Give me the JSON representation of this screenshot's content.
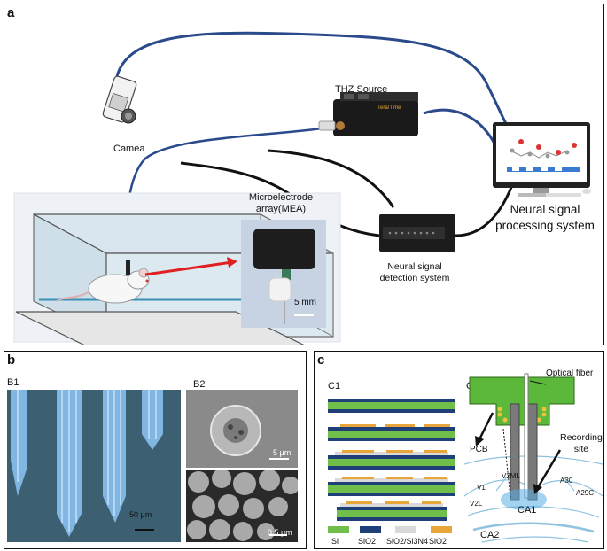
{
  "panel_a": {
    "letter": "a",
    "camera_label": "Camea",
    "thz_label": "THZ Source",
    "thz_brand": "Tera/Time",
    "mea_label_line1": "Microelectrode",
    "mea_label_line2": "array(MEA)",
    "scale_mea": "5 mm",
    "detection_line1": "Neural signal",
    "detection_line2": "detection system",
    "processing_line1": "Neural signal",
    "processing_line2": "processing system"
  },
  "panel_b": {
    "letter": "b",
    "b1": "B1",
    "b2": "B2",
    "scale_b1": "50 μm",
    "scale_b2_top": "5 μm",
    "scale_b2_bottom": "0.5 μm"
  },
  "panel_c": {
    "letter": "c",
    "c1": "C1",
    "c2": "C2",
    "legend": [
      "Si",
      "SiO2",
      "SiO2/Si3N4",
      "SiO2"
    ],
    "optical_fiber": "Optical fiber",
    "pcb": "PCB",
    "recording_line1": "Recording",
    "recording_line2": "site",
    "regions": [
      "V2ML",
      "V1",
      "V2L",
      "A30",
      "A29C",
      "CA1",
      "CA2"
    ]
  },
  "colors": {
    "cable_blue": "#2a4a8c",
    "cable_black": "#111111",
    "pcb_green": "#5bb83a",
    "brain_line": "#8fc3e0",
    "layer_green": "#6fbf4a",
    "layer_navy": "#1e3f78",
    "layer_gray": "#d9d9d9",
    "layer_orange": "#e8a53a"
  }
}
